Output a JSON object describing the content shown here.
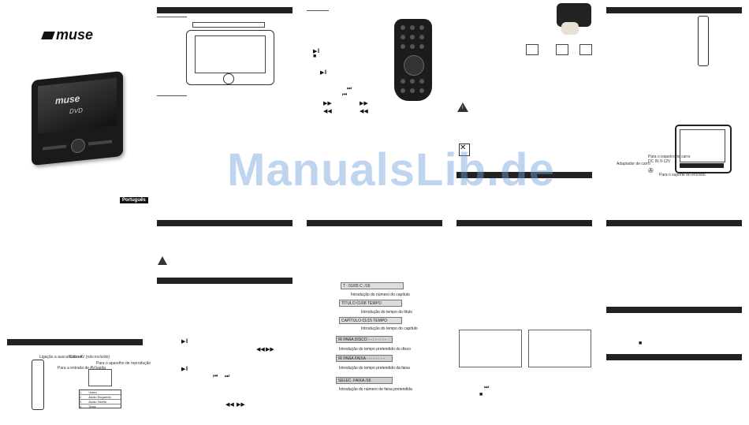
{
  "brand": {
    "logo_text": "muse",
    "dvd_text": "DVD",
    "language_tag": "Português"
  },
  "watermark": "ManualsLib.de",
  "dialog_captions": {
    "chapter": "Introdução do número do capítulo",
    "title_time": "Introdução do tempo do título",
    "chapter_time": "Introdução do tempo do capítulo",
    "disc_time": "Introdução do tempo pretendido do disco",
    "track_time": "Introdução do tempo pretendido da faixa",
    "track_number": "Introdução do número de faixa pretendida"
  },
  "dialog_boxes": {
    "chapter": "T : 01/05    C:     /16",
    "title_time": "TÍTULO  01/08        TEMPO",
    "chapter_time": "CAPÍTULO   01/15 TEMPO",
    "disc_time": "IR PARA DISCO         - - : - - : - -",
    "track_time": "IR PARA FAIXA          - - : - - : - -",
    "track_number": "SELEC. FAIXA          /16"
  },
  "connection_labels": {
    "adapter": "Adaptador de carro",
    "lighter": "Para o isqueiro do carro",
    "dc_in": "DC IN 9-12V",
    "to_headrest": "Para o suporte do encosto"
  },
  "left_diagram_labels": {
    "headphones": "Ligação a auscultadores",
    "av_cable": "Cabo AV (não incluído)",
    "to_screen": "Para a entrada de AV/saída",
    "to_device": "Para o aparelho de reprodução",
    "table_rows": [
      "1",
      "2",
      "3",
      "4"
    ],
    "table_values": [
      "Vídeo",
      "Áudio Esquerdo",
      "Áudio Direito",
      "Terra"
    ]
  },
  "icons": {
    "play_pause": "play-pause-icon",
    "next": "next-icon",
    "prev": "prev-icon",
    "ff": "fast-forward-icon",
    "rw": "rewind-icon",
    "stop": "stop-icon",
    "warning": "warning-icon",
    "bin": "crossed-bin-icon"
  }
}
